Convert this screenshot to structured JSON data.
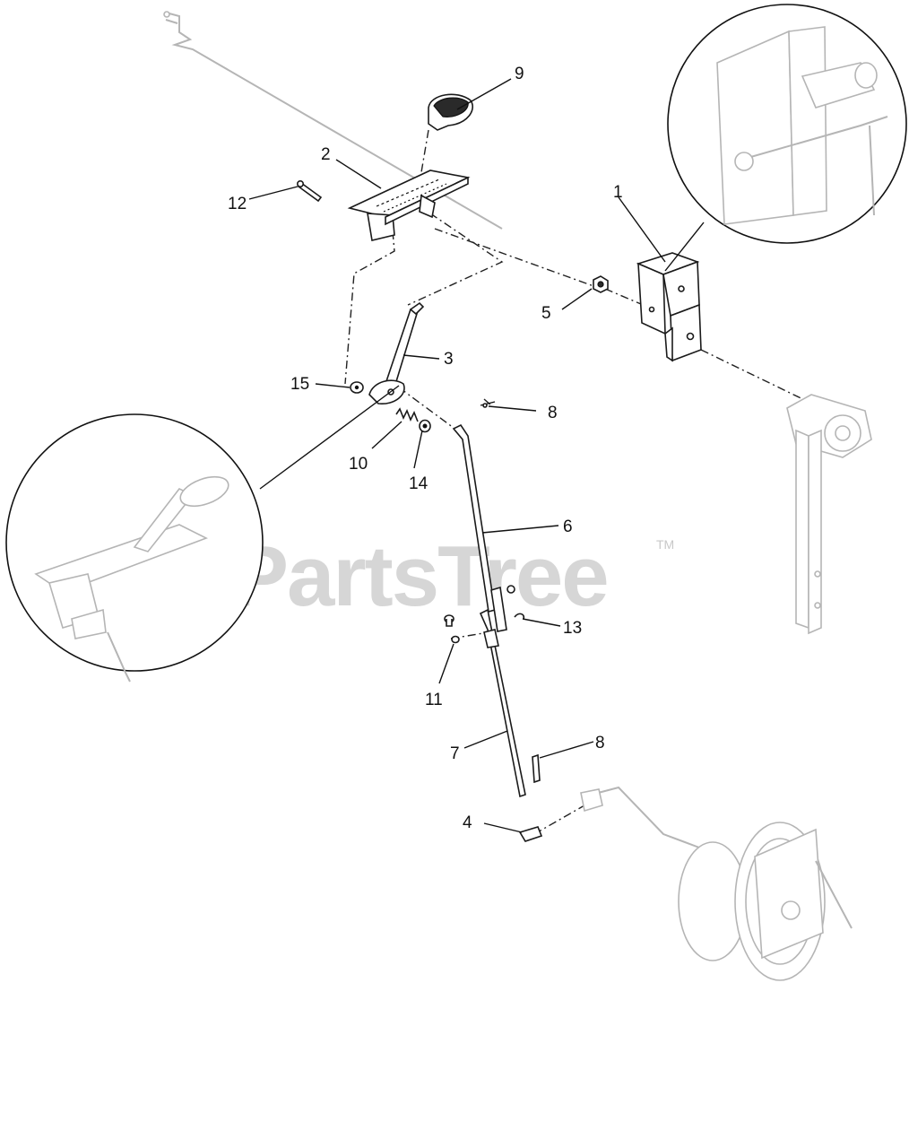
{
  "watermark": {
    "text": "PartsTree",
    "trademark": "TM"
  },
  "callouts": [
    {
      "id": "1",
      "label": "1"
    },
    {
      "id": "2",
      "label": "2"
    },
    {
      "id": "3",
      "label": "3"
    },
    {
      "id": "4",
      "label": "4"
    },
    {
      "id": "5",
      "label": "5"
    },
    {
      "id": "6",
      "label": "6"
    },
    {
      "id": "7",
      "label": "7"
    },
    {
      "id": "8a",
      "label": "8"
    },
    {
      "id": "8b",
      "label": "8"
    },
    {
      "id": "9",
      "label": "9"
    },
    {
      "id": "10",
      "label": "10"
    },
    {
      "id": "11",
      "label": "11"
    },
    {
      "id": "12",
      "label": "12"
    },
    {
      "id": "13",
      "label": "13"
    },
    {
      "id": "14",
      "label": "14"
    },
    {
      "id": "15",
      "label": "15"
    }
  ]
}
